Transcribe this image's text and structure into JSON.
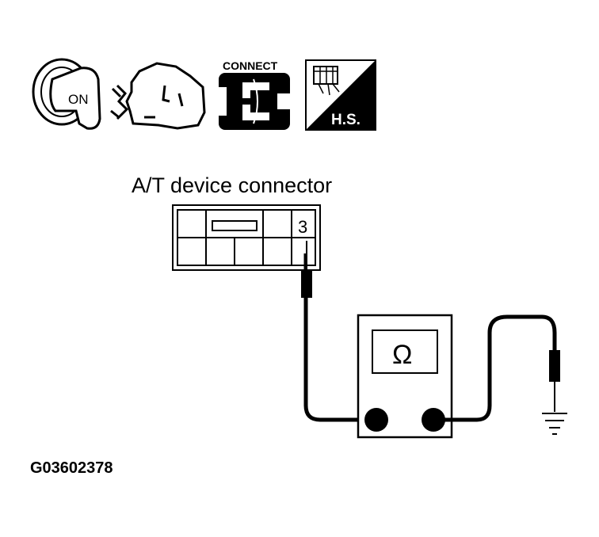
{
  "icons": {
    "ignition_label": "ON",
    "connect_label": "CONNECT",
    "harness_label": "H.S."
  },
  "connector": {
    "title": "A/T device connector",
    "pin_label": "3"
  },
  "meter": {
    "symbol": "Ω"
  },
  "figure_id": "G03602378",
  "colors": {
    "line": "#000000",
    "background": "#ffffff"
  }
}
